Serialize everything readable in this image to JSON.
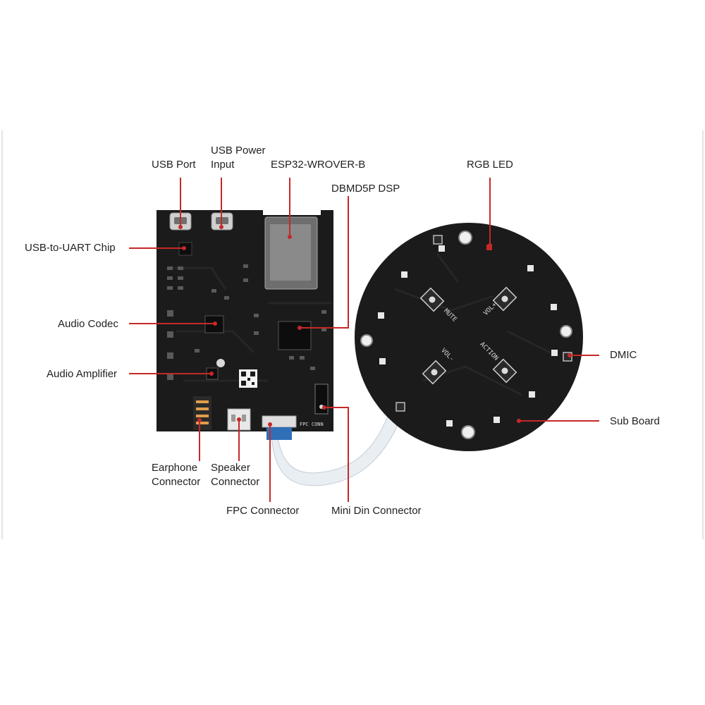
{
  "colors": {
    "background": "#ffffff",
    "pcb": "#1b1b1b",
    "silkscreen": "#d8d8d8",
    "callout": "#c62828",
    "label_text": "#222222",
    "fpc_cable": "#e9eef3"
  },
  "labels": {
    "usb_port": "USB Port",
    "usb_power_line1": "USB Power",
    "usb_power_line2": "Input",
    "esp32": "ESP32-WROVER-B",
    "dsp": "DBMD5P DSP",
    "rgb_led": "RGB LED",
    "usb_uart": "USB-to-UART Chip",
    "audio_codec": "Audio Codec",
    "audio_amp": "Audio Amplifier",
    "earphone_line1": "Earphone",
    "earphone_line2": "Connector",
    "speaker_line1": "Speaker",
    "speaker_line2": "Connector",
    "fpc": "FPC Connector",
    "mini_din": "Mini Din Connector",
    "dmic": "DMIC",
    "sub_board": "Sub Board"
  },
  "board_silkscreen": {
    "mute": "MUTE",
    "vol_up": "VOL+",
    "vol_down": "VOL-",
    "action": "ACTION",
    "fpc_conn": "FPC CONN"
  },
  "icons": [
    "usb-port-icon",
    "qr-code-icon",
    "led-icon",
    "button-icon"
  ]
}
